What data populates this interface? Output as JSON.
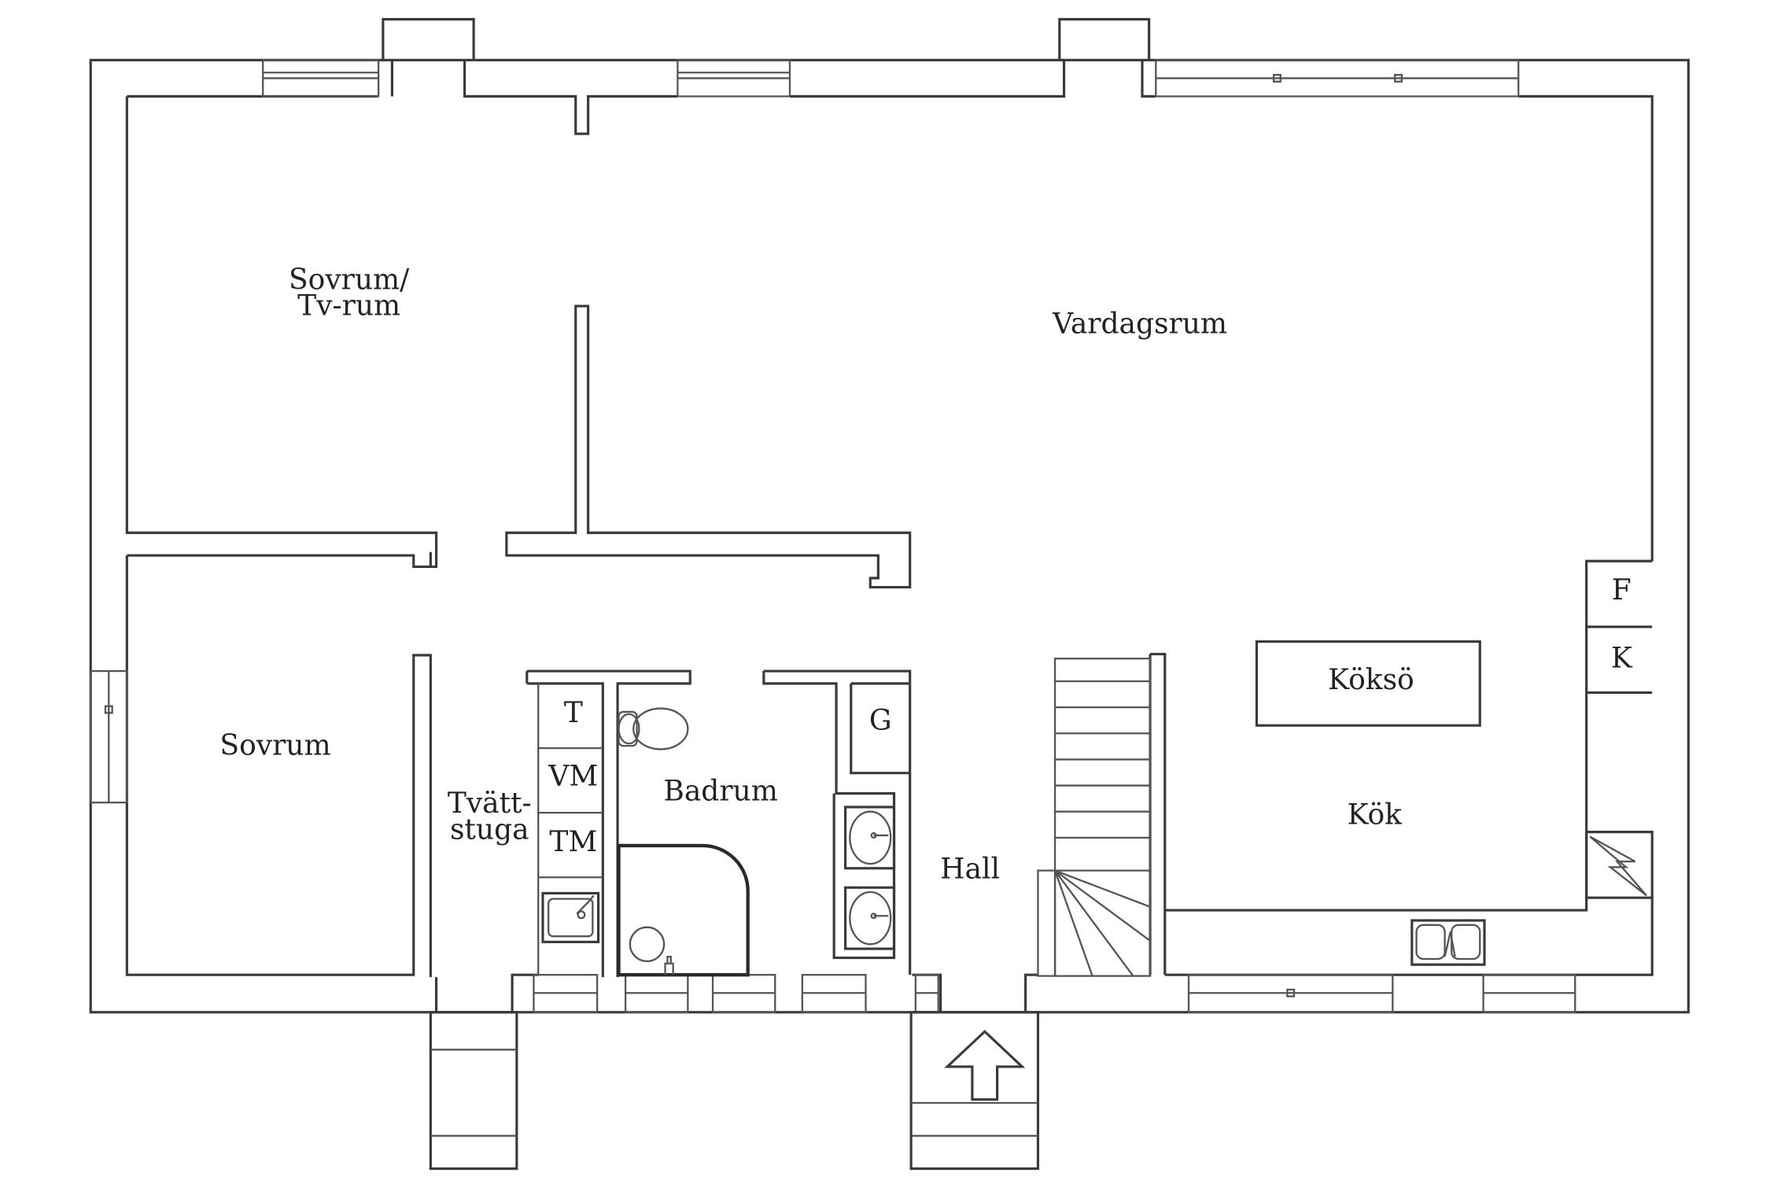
{
  "rooms": {
    "sovrum_tv_line1": "Sovrum/",
    "sovrum_tv_line2": "Tv-rum",
    "vardagsrum": "Vardagsrum",
    "sovrum": "Sovrum",
    "tvattstuga_line1": "Tvätt-",
    "tvattstuga_line2": "stuga",
    "badrum": "Badrum",
    "hall": "Hall",
    "kok": "Kök",
    "kokso": "Köksö"
  },
  "fixtures": {
    "torktumlare": "T",
    "tvattmaskin": "VM",
    "torkskap": "TM",
    "garderob": "G",
    "frys": "F",
    "kyl": "K"
  }
}
